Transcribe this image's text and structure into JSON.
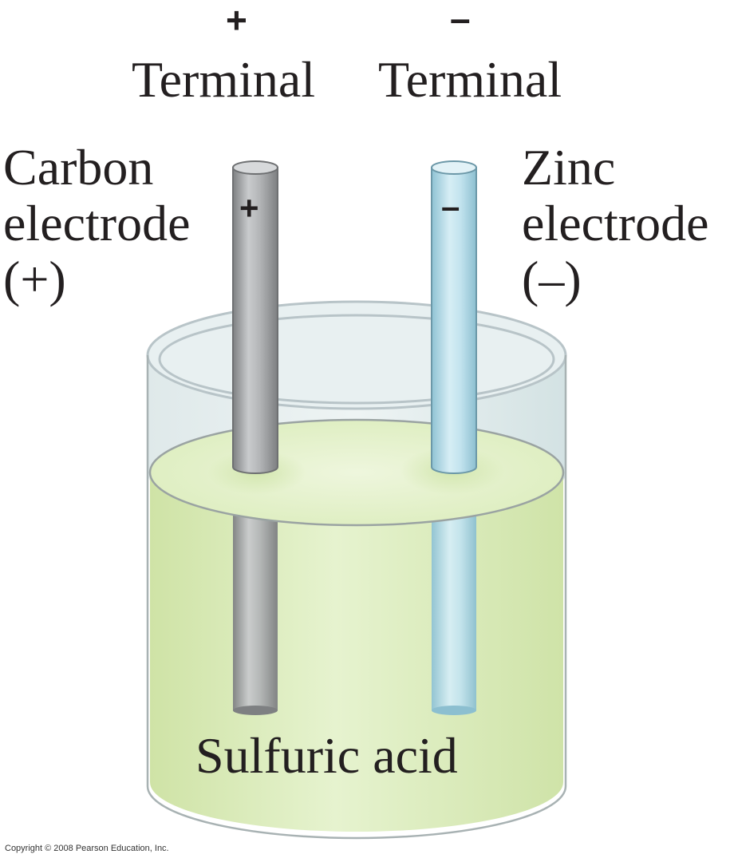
{
  "terminals": {
    "positive": {
      "sign": "+",
      "label": "Terminal"
    },
    "negative": {
      "sign": "–",
      "label": "Terminal"
    }
  },
  "carbon": {
    "line1": "Carbon",
    "line2": "electrode",
    "line3": "(+)",
    "rod_sign": "+"
  },
  "zinc": {
    "line1": "Zinc",
    "line2": "electrode",
    "line3": "(–)",
    "rod_sign": "–"
  },
  "acid": {
    "label": "Sulfuric acid"
  },
  "copyright": "Copyright © 2008 Pearson Education, Inc.",
  "colors": {
    "acid": "#d9ecb8",
    "carbon_rod": "#a9abad",
    "zinc_rod": "#b5dbe8",
    "glass_rim": "#b8c4c8"
  }
}
